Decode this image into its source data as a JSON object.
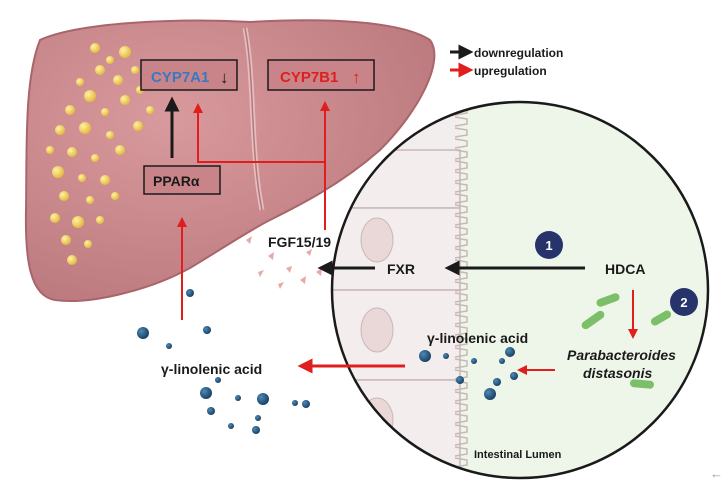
{
  "legend": {
    "downregulation": "downregulation",
    "upregulation": "upregulation",
    "down_color": "#1a1a1a",
    "up_color": "#e01e1e"
  },
  "liver": {
    "cyp7a1": "CYP7A1",
    "cyp7a1_arrow": "↓",
    "cyp7a1_color": "#3a78c3",
    "cyp7b1": "CYP7B1",
    "cyp7b1_arrow": "↑",
    "cyp7b1_color": "#e01e1e",
    "ppara": "PPARα",
    "color": "#c98489"
  },
  "signals": {
    "fgf": "FGF15/19",
    "fxr": "FXR",
    "hdca": "HDCA",
    "gla_gut": "γ-linolenic acid",
    "gla_blood": "γ-linolenic acid",
    "bacterium_line1": "Parabacteroides",
    "bacterium_line2": "distasonis",
    "lumen": "Intestinal Lumen",
    "step1": "1",
    "step2": "2",
    "badge_color": "#27346b",
    "bacteria_color": "#7cbf6b"
  },
  "corner_icon": "←"
}
